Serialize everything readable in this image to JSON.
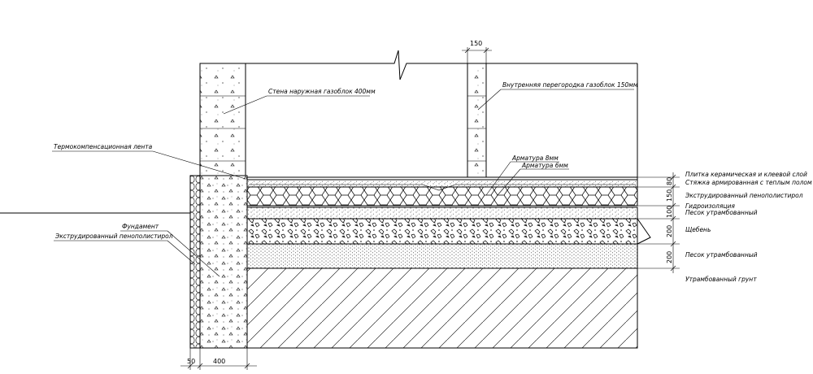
{
  "labels": {
    "outer_wall": "Стена наружная газоблок 400мм",
    "inner_partition": "Внутренняя перегородка газоблок 150мм",
    "thermal_tape": "Термокомпенсационная лента",
    "rebar_8": "Арматура 8мм",
    "rebar_6": "Арматура 6мм",
    "foundation": "Фундамент",
    "foundation_insulation": "Экструдированный пенополистирол"
  },
  "layers": [
    {
      "name": "Плитка керамическая и клеевой слой",
      "thickness": ""
    },
    {
      "name": "Стяжка армированная с теплым полом",
      "thickness": "80"
    },
    {
      "name": "Экструдированный пенополистирол",
      "thickness": "150"
    },
    {
      "name": "Гидроизоляция",
      "thickness": ""
    },
    {
      "name": "Песок утрамбованный",
      "thickness": "100"
    },
    {
      "name": "Щебень",
      "thickness": "200"
    },
    {
      "name": "Песок утрамбованный",
      "thickness": "200"
    },
    {
      "name": "Утрамбованный грунт",
      "thickness": ""
    }
  ],
  "dimensions": {
    "partition_width": "150",
    "insulation_width": "50",
    "foundation_width": "400"
  },
  "colors": {
    "line": "#000000",
    "background": "#ffffff"
  }
}
